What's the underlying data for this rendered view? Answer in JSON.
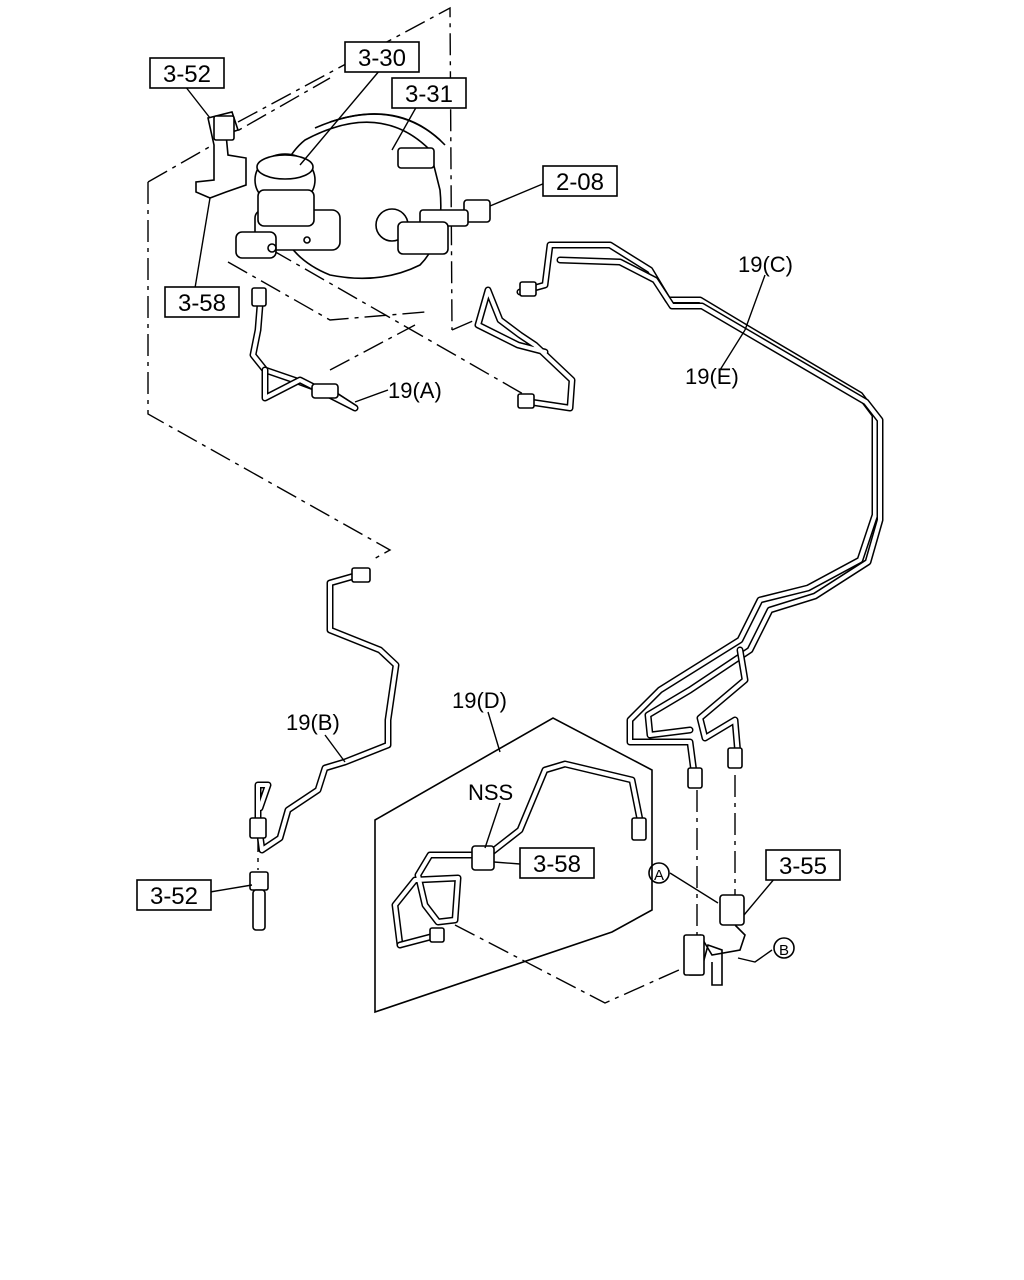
{
  "callouts": {
    "master_cyl_bracket_top": "3-52",
    "reservoir": "3-30",
    "booster": "3-31",
    "pushrod": "2-08",
    "clip_left": "3-58",
    "clip_center": "3-58",
    "bracket_bottom_left": "3-52",
    "junction_block": "3-55"
  },
  "pipe_labels": {
    "a": "19(A)",
    "b": "19(B)",
    "c": "19(C)",
    "d": "19(D)",
    "e": "19(E)",
    "nss": "NSS"
  },
  "ref_markers": {
    "a": "A",
    "b": "B"
  }
}
